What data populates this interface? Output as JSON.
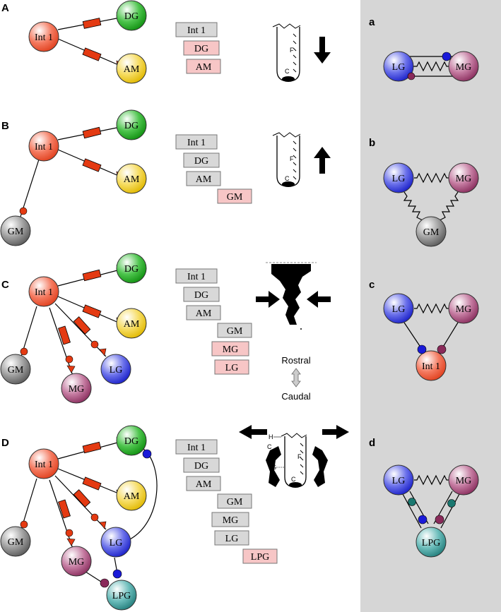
{
  "panels": {
    "A": "A",
    "B": "B",
    "C": "C",
    "D": "D",
    "a": "a",
    "b": "b",
    "c": "c",
    "d": "d"
  },
  "nodes": {
    "int1": "Int 1",
    "dg": "DG",
    "am": "AM",
    "gm": "GM",
    "mg": "MG",
    "lg": "LG",
    "lpg": "LPG"
  },
  "timing": {
    "A": [
      "Int 1",
      "DG",
      "AM"
    ],
    "B": [
      "Int 1",
      "DG",
      "AM",
      "GM"
    ],
    "C": [
      "Int 1",
      "DG",
      "AM",
      "GM",
      "MG",
      "LG"
    ],
    "D": [
      "Int 1",
      "DG",
      "AM",
      "GM",
      "MG",
      "LG",
      "LPG"
    ]
  },
  "sketch_labels": {
    "F": "F",
    "C": "C",
    "H": "H",
    "S": "S"
  },
  "axis": {
    "rostral": "Rostral",
    "caudal": "Caudal"
  },
  "colors": {
    "int1": "#f04f30",
    "dg": "#1ca81c",
    "am": "#f2cc1c",
    "gm": "#7a7a7a",
    "mg": "#a84a78",
    "lg": "#3038d8",
    "lpg": "#3a9a98",
    "synapse_red": "#e43a12",
    "box_gray": "#d8d8d8",
    "box_pink": "#f7c6c6",
    "panel_gray": "#d6d6d6",
    "dot_blue": "#1a1ad8",
    "dot_purple": "#8a2a5a",
    "dot_teal": "#1a7870"
  }
}
